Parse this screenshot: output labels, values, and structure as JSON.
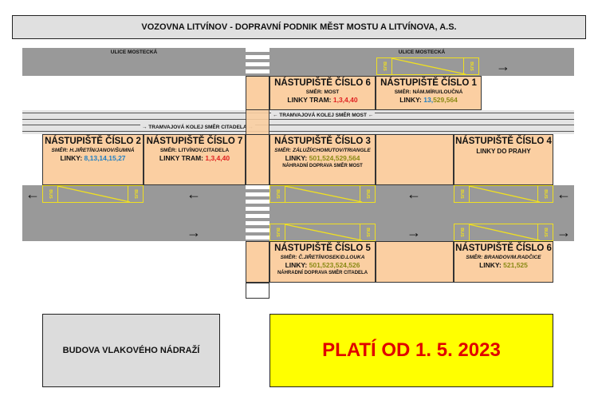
{
  "header": {
    "title": "VOZOVNA LITVÍNOV - DOPRAVNÍ PODNIK MĚST MOSTU A LITVÍNOVA, A.S."
  },
  "streets": {
    "left": "ULICE MOSTECKÁ",
    "right": "ULICE MOSTECKÁ"
  },
  "tracks": {
    "to_most": "← TRAMVAJOVÁ KOLEJ SMĚR MOST ←",
    "to_citadela": "→ TRAMVAJOVÁ KOLEJ SMĚR CITADELA →"
  },
  "bus_label": "BUS",
  "arrows": {
    "left": "←",
    "right": "→"
  },
  "platforms": {
    "p6_top": {
      "title": "NÁSTUPIŠTĚ ČÍSLO 6",
      "dir": "SMĚR: MOST",
      "lines_label": "LINKY TRAM: ",
      "lines": "1,3,4,40"
    },
    "p1": {
      "title": "NÁSTUPIŠTĚ ČÍSLO 1",
      "dir": "SMĚR: NÁM.MÍRU/LOUČNÁ",
      "lines_label": "LINKY: ",
      "lines_a": "13,",
      "lines_b": "529,564"
    },
    "p2": {
      "title": "NÁSTUPIŠTĚ ČÍSLO 2",
      "dir": "SMĚR: H.JIŘETÍN/JANOV/ŠUMNÁ",
      "lines_label": "LINKY: ",
      "lines": "8,13,14,15,27"
    },
    "p7": {
      "title": "NÁSTUPIŠTĚ ČÍSLO 7",
      "dir": "SMĚR: LITVÍNOV,CITADELA",
      "lines_label": "LINKY TRAM: ",
      "lines": "1,3,4,40"
    },
    "p3": {
      "title": "NÁSTUPIŠTĚ ČÍSLO 3",
      "dir": "SMĚR: ZÁLUŽÍ/CHOMUTOV/TRIANGLE",
      "lines_label": "LINKY: ",
      "lines": "501,524,529,564",
      "note": "NÁHRADNÍ DOPRAVA SMĚR MOST"
    },
    "p4": {
      "title": "NÁSTUPIŠTĚ ČÍSLO 4",
      "sub": "LINKY DO PRAHY"
    },
    "p5": {
      "title": "NÁSTUPIŠTĚ ČÍSLO 5",
      "dir": "SMĚR: Č.JIŘETÍN/OSEK/D.LOUKA",
      "lines_label": "LINKY: ",
      "lines": "501,523,524,526",
      "note": "NÁHRADNÍ DOPRAVA SMĚR CITADELA"
    },
    "p6_bottom": {
      "title": "NÁSTUPIŠTĚ ČÍSLO 6",
      "dir": "SMĚR: BRANDOV/M.RADČICE",
      "lines_label": "LINKY: ",
      "lines": "521,525"
    }
  },
  "station": {
    "label": "BUDOVA VLAKOVÉHO NÁDRAŽÍ"
  },
  "validity": {
    "label": "PLATÍ OD 1. 5. 2023"
  },
  "colors": {
    "platform": "#fbcfa2",
    "road": "#999999",
    "bus_stop": "#f0e020",
    "tram_lines": "#e02020",
    "bus_lines": "#8a8a14",
    "city_lines": "#1f7ec3",
    "validity_bg": "#ffff00",
    "validity_text": "#e00000"
  }
}
